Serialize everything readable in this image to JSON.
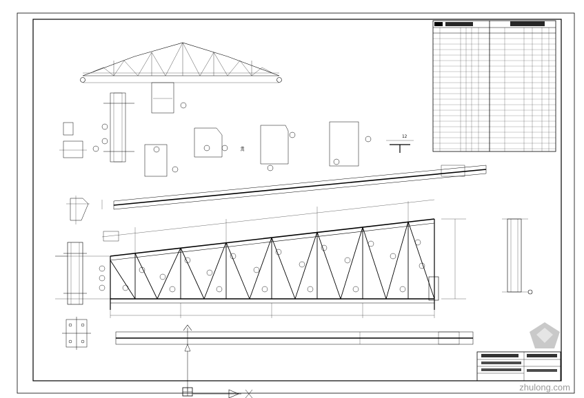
{
  "watermark": "zhulong.com",
  "title_block": {
    "rows": [
      [
        "",
        "",
        ""
      ],
      [
        "",
        "",
        ""
      ],
      [
        "",
        "",
        ""
      ]
    ]
  },
  "tables": {
    "left_header": [],
    "right_header": []
  },
  "labels": {
    "section_1": "30",
    "section_2": "12",
    "top_span": "",
    "bottom_span": ""
  },
  "colors": {
    "line": "#000000",
    "paper": "#ffffff",
    "watermark": "#9a9a9a"
  }
}
